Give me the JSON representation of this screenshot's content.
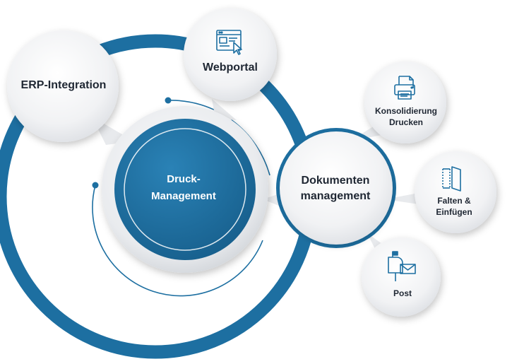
{
  "colors": {
    "accent": "#1d6fa1",
    "accent_dark": "#175b86",
    "bubble_fill": "#f3f4f6",
    "text": "#1f2733"
  },
  "center": {
    "line1": "Druck-",
    "line2": "Management"
  },
  "nodes": {
    "erp": {
      "label": "ERP-Integration"
    },
    "webportal": {
      "label": "Webportal",
      "icon": "browser-cursor-icon"
    },
    "dokumenten": {
      "line1": "Dokumenten",
      "line2": "management"
    }
  },
  "subnodes": {
    "konsolidierung": {
      "line1": "Konsolidierung",
      "line2": "Drucken",
      "icon": "printer-icon"
    },
    "falten": {
      "line1": "Falten &",
      "line2": "Einfügen",
      "icon": "folding-icon"
    },
    "post": {
      "label": "Post",
      "icon": "mailbox-icon"
    }
  }
}
